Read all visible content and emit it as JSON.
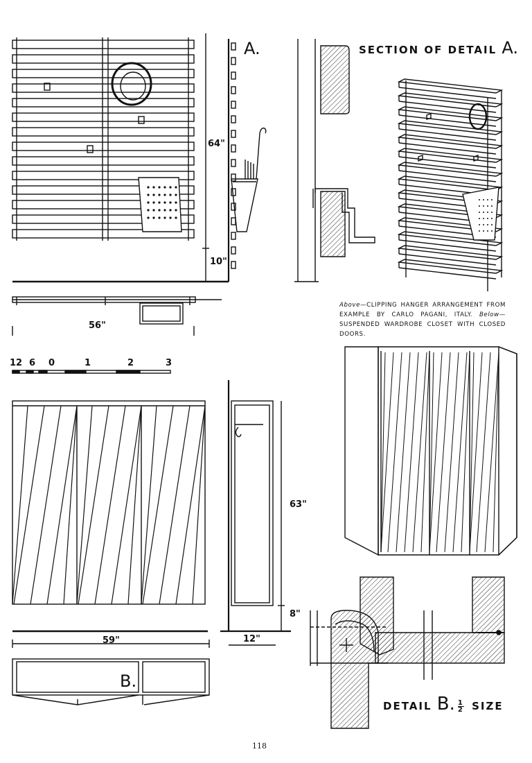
{
  "section_a": {
    "title_prefix": "SECTION OF DETAIL",
    "title_letter": "A."
  },
  "label_a": "A.",
  "label_b": "B.",
  "dimensions": {
    "height_a": "64\"",
    "offset_a": "10\"",
    "width_a": "56\"",
    "height_b": "63\"",
    "offset_b": "8\"",
    "width_b": "59\"",
    "depth_b": "12\""
  },
  "caption": {
    "above_word": "Above",
    "above_text": "—CLIPPING HANGER ARRANGEMENT FROM EXAMPLE BY CARLO PAGANI, ITALY.",
    "below_word": "Below",
    "below_text": "—SUSPENDED WARDROBE CLOSET WITH CLOSED DOORS."
  },
  "scale_bar": {
    "labels": [
      "12",
      "6",
      "0",
      "1",
      "2",
      "3"
    ]
  },
  "detail_b": {
    "title_prefix": "DETAIL",
    "title_letter": "B.",
    "fraction_num": "1",
    "fraction_den": "2",
    "title_suffix": "SIZE"
  },
  "page_number": "118"
}
